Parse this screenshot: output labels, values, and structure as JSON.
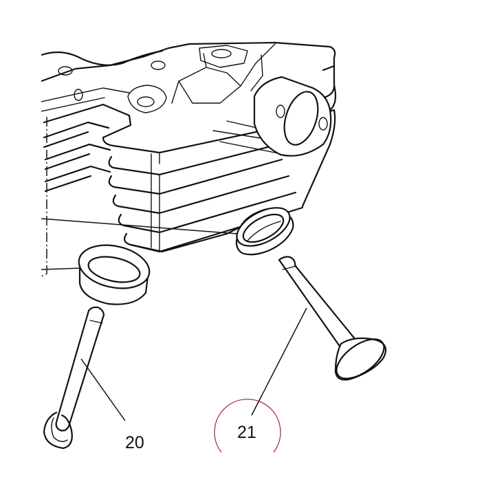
{
  "diagram": {
    "callouts": [
      {
        "id": "20",
        "label": "20"
      },
      {
        "id": "21",
        "label": "21"
      }
    ],
    "highlight": {
      "target": "21",
      "color": "#9a1b3c"
    },
    "colors": {
      "line": "#111111",
      "background": "#ffffff"
    }
  }
}
